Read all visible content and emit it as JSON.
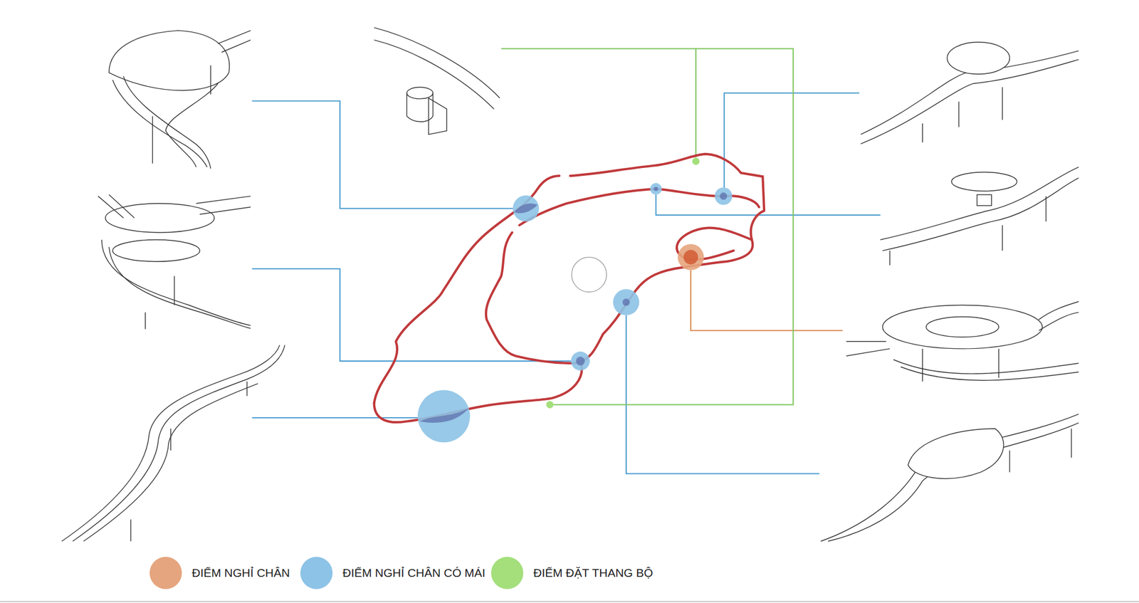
{
  "diagram": {
    "legend": [
      {
        "text": "ĐIỂM NGHỈ CHÂN",
        "color": "#e5a57e"
      },
      {
        "text": "ĐIỂM NGHỈ CHÂN CÓ MÁI",
        "color": "#8dc3e6"
      },
      {
        "text": "ĐIỂM ĐẶT THANG BỘ",
        "color": "#a4df7c"
      }
    ]
  }
}
